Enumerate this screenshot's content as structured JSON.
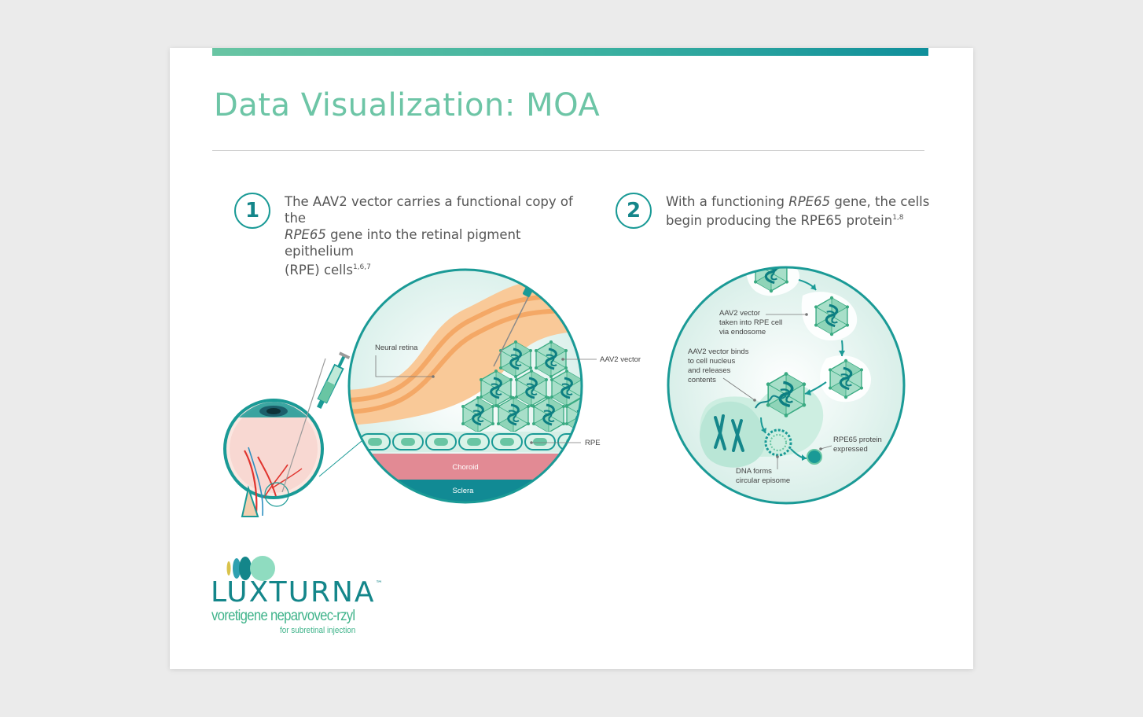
{
  "slide": {
    "title": "Data Visualization: MOA"
  },
  "steps": [
    {
      "number": "1",
      "text_parts": {
        "a": "The AAV2 vector carries a functional copy of the",
        "gene": "RPE65",
        "b": " gene into the retinal pigment epithelium",
        "c": "(RPE) cells",
        "refs": "1,6,7"
      }
    },
    {
      "number": "2",
      "text_parts": {
        "a": "With a functioning ",
        "gene": "RPE65",
        "b": " gene, the cells",
        "c": "begin producing the RPE65 protein",
        "refs": "1,8"
      }
    }
  ],
  "diagram_left": {
    "labels": {
      "neural_retina": "Neural retina",
      "aav2_vector": "AAV2 vector",
      "rpe": "RPE",
      "choroid": "Choroid",
      "sclera": "Sclera"
    }
  },
  "diagram_right": {
    "labels": {
      "endosome": [
        "AAV2 vector",
        "taken into RPE cell",
        "via endosome"
      ],
      "nucleus": [
        "AAV2 vector binds",
        "to cell nucleus",
        "and releases",
        "contents"
      ],
      "episome": [
        "DNA forms",
        "circular episome"
      ],
      "protein": [
        "RPE65 protein",
        "expressed"
      ]
    }
  },
  "logo": {
    "brand": "LUXTURNA",
    "trademark": "™",
    "generic_name": "voretigene neparvovec-rzyl",
    "route": "for subretinal injection"
  },
  "colors": {
    "teal_dark": "#14868a",
    "teal": "#1a9a96",
    "mint": "#6dc5a6",
    "orange": "#f6b77a",
    "choroid_pink": "#e28a94",
    "sclera_teal": "#118a94"
  }
}
